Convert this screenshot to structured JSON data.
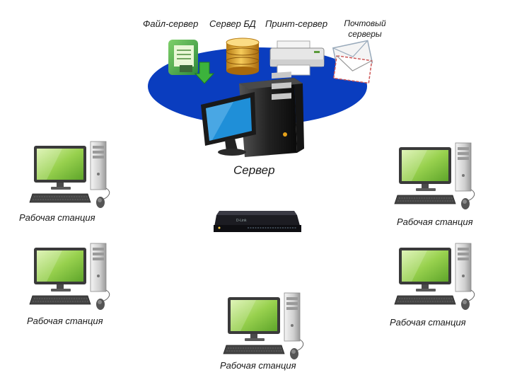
{
  "services": {
    "file_server": "Файл-сервер",
    "db_server": "Сервер БД",
    "print_server": "Принт-сервер",
    "mail_line1": "Почтовый",
    "mail_line2": "серверы"
  },
  "server": {
    "label": "Сервер"
  },
  "switch": {
    "brand": "D-Link"
  },
  "workstations": [
    {
      "label": "Рабочая станция"
    },
    {
      "label": "Рабочая станция"
    },
    {
      "label": "Рабочая станция"
    },
    {
      "label": "Рабочая станция"
    },
    {
      "label": "Рабочая станция"
    }
  ],
  "colors": {
    "ellipse": "#0a3dbf",
    "screen": "#8fcf4a",
    "tower": "#2b2b2b",
    "switch": "#1c1c22"
  }
}
